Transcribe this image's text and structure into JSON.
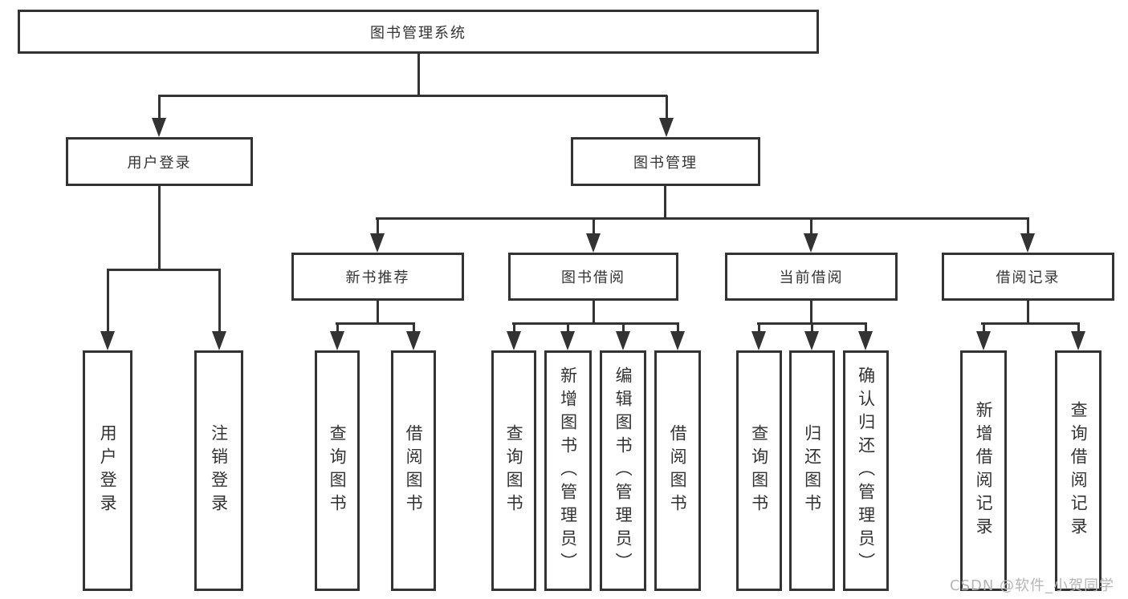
{
  "diagram": {
    "title": "图书管理系统",
    "nodes": {
      "root": "图书管理系统",
      "user_login": "用户登录",
      "book_mgmt": "图书管理",
      "new_book_rec": "新书推荐",
      "book_borrowing": "图书借阅",
      "current_borrowing": "当前借阅",
      "borrowing_records": "借阅记录",
      "leaf_user_login": "用户登录",
      "leaf_logout": "注销登录",
      "leaf_query_books_1": "查询图书",
      "leaf_borrow_books_1": "借阅图书",
      "leaf_query_books_2": "查询图书",
      "leaf_add_books_admin": "新增图书（管理员）",
      "leaf_edit_books_admin": "编辑图书（管理员）",
      "leaf_borrow_books_2": "借阅图书",
      "leaf_query_books_3": "查询图书",
      "leaf_return_books": "归还图书",
      "leaf_confirm_return_admin": "确认归还（管理员）",
      "leaf_add_borrow_record": "新增借阅记录",
      "leaf_query_borrow_record": "查询借阅记录"
    },
    "hierarchy": {
      "图书管理系统": [
        "用户登录",
        "图书管理"
      ],
      "用户登录": [
        "用户登录",
        "注销登录"
      ],
      "图书管理": [
        "新书推荐",
        "图书借阅",
        "当前借阅",
        "借阅记录"
      ],
      "新书推荐": [
        "查询图书",
        "借阅图书"
      ],
      "图书借阅": [
        "查询图书",
        "新增图书（管理员）",
        "编辑图书（管理员）",
        "借阅图书"
      ],
      "当前借阅": [
        "查询图书",
        "归还图书",
        "确认归还（管理员）"
      ],
      "借阅记录": [
        "新增借阅记录",
        "查询借阅记录"
      ]
    },
    "colors": {
      "line": "#333333",
      "box_background": "#ffffff",
      "page_background": "#ffffff",
      "watermark": "#b5b5b5"
    }
  },
  "watermark": {
    "text": "CSDN @软件_小贺同学"
  }
}
